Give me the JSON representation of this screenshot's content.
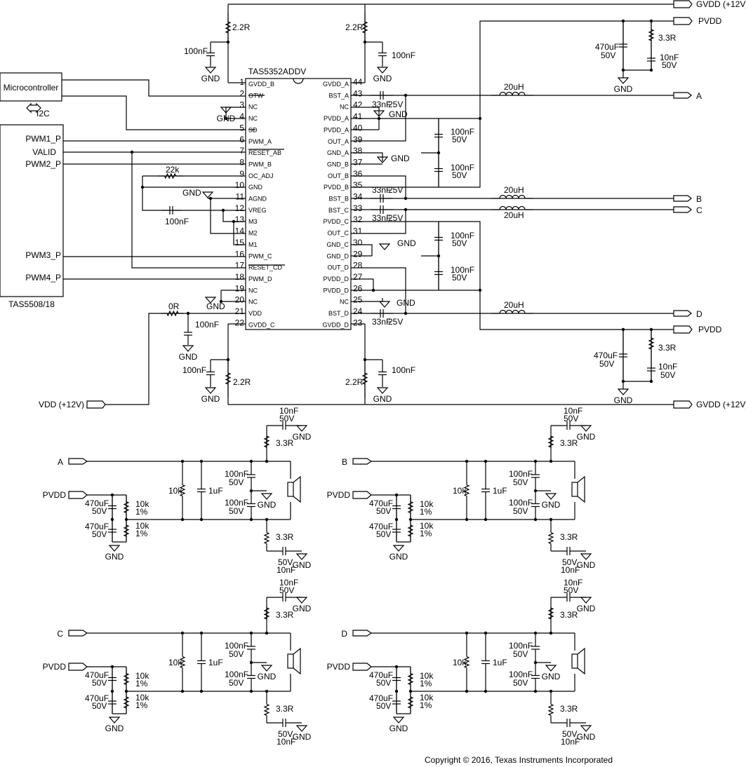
{
  "chip": {
    "name": "TAS5352ADDV",
    "left_pins": [
      {
        "num": "1",
        "name": "GVDD_B"
      },
      {
        "num": "2",
        "name": "OTW"
      },
      {
        "num": "3",
        "name": "NC"
      },
      {
        "num": "4",
        "name": "NC"
      },
      {
        "num": "5",
        "name": "SD"
      },
      {
        "num": "6",
        "name": "PWM_A"
      },
      {
        "num": "7",
        "name": "RESET_AB"
      },
      {
        "num": "8",
        "name": "PWM_B"
      },
      {
        "num": "9",
        "name": "OC_ADJ"
      },
      {
        "num": "10",
        "name": "GND"
      },
      {
        "num": "11",
        "name": "AGND"
      },
      {
        "num": "12",
        "name": "VREG"
      },
      {
        "num": "13",
        "name": "M3"
      },
      {
        "num": "14",
        "name": "M2"
      },
      {
        "num": "15",
        "name": "M1"
      },
      {
        "num": "16",
        "name": "PWM_C"
      },
      {
        "num": "17",
        "name": "RESET_CD"
      },
      {
        "num": "18",
        "name": "PWM_D"
      },
      {
        "num": "19",
        "name": "NC"
      },
      {
        "num": "20",
        "name": "NC"
      },
      {
        "num": "21",
        "name": "VDD"
      },
      {
        "num": "22",
        "name": "GVDD_C"
      }
    ],
    "right_pins": [
      {
        "num": "44",
        "name": "GVDD_A"
      },
      {
        "num": "43",
        "name": "BST_A"
      },
      {
        "num": "42",
        "name": "NC"
      },
      {
        "num": "41",
        "name": "PVDD_A"
      },
      {
        "num": "40",
        "name": "PVDD_A"
      },
      {
        "num": "39",
        "name": "OUT_A"
      },
      {
        "num": "38",
        "name": "GND_A"
      },
      {
        "num": "37",
        "name": "GND_B"
      },
      {
        "num": "36",
        "name": "OUT_B"
      },
      {
        "num": "35",
        "name": "PVDD_B"
      },
      {
        "num": "34",
        "name": "BST_B"
      },
      {
        "num": "33",
        "name": "BST_C"
      },
      {
        "num": "32",
        "name": "PVDD_C"
      },
      {
        "num": "31",
        "name": "OUT_C"
      },
      {
        "num": "30",
        "name": "GND_C"
      },
      {
        "num": "29",
        "name": "GND_D"
      },
      {
        "num": "28",
        "name": "OUT_D"
      },
      {
        "num": "27",
        "name": "PVDD_D"
      },
      {
        "num": "26",
        "name": "PVDD_D"
      },
      {
        "num": "25",
        "name": "NC"
      },
      {
        "num": "24",
        "name": "BST_D"
      },
      {
        "num": "23",
        "name": "GVDD_D"
      }
    ]
  },
  "controller": {
    "micro": "Microcontroller",
    "bus": "I2C",
    "modulator": "TAS5508/18",
    "signals": [
      "PWM1_P",
      "VALID",
      "PWM2_P",
      "PWM3_P",
      "PWM4_P"
    ]
  },
  "rails": {
    "gvdd": "GVDD (+12V)",
    "pvdd": "PVDD",
    "vdd": "VDD (+12V)",
    "gnd": "GND"
  },
  "outputs": [
    "A",
    "B",
    "C",
    "D"
  ],
  "values": {
    "r_2_2": "2.2R",
    "c_100n": "100nF",
    "c_10n": "10nF",
    "c_470u": "470uF",
    "c_33n": "33nF",
    "v_25": "25V",
    "v_50": "50V",
    "l_20u": "20uH",
    "r_3_3": "3.3R",
    "r_0": "0R",
    "r_22k": "22k",
    "r_10k": "10k",
    "pct_1": "1%",
    "c_1u": "1uF"
  },
  "pin_marks": {
    "one": "1",
    "two": "2"
  },
  "copyright": "Copyright © 2016, Texas Instruments Incorporated"
}
